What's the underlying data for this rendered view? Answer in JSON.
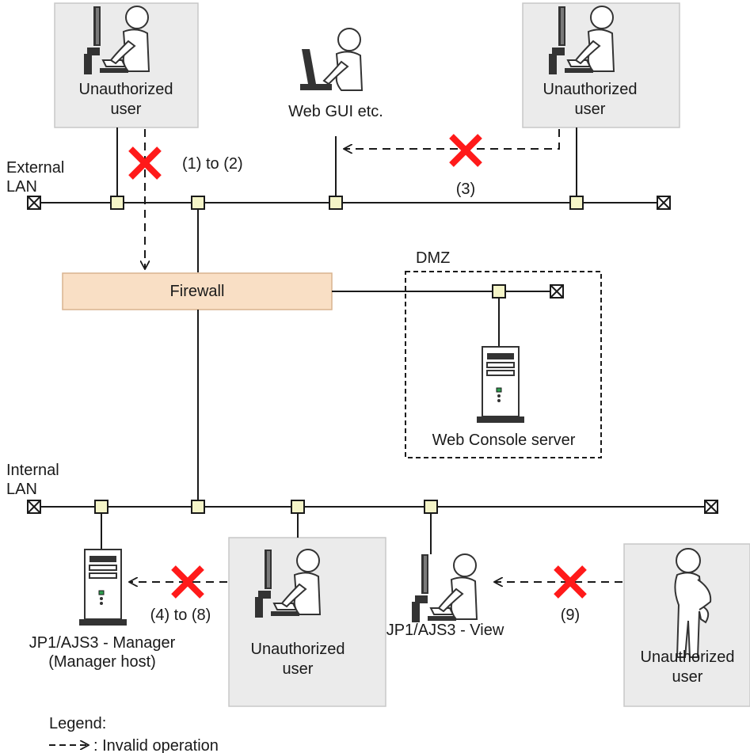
{
  "labels": {
    "unauthorized_user_top_left": [
      "Unauthorized",
      "user"
    ],
    "unauthorized_user_top_right": [
      "Unauthorized",
      "user"
    ],
    "web_gui": "Web GUI etc.",
    "external_lan": [
      "External",
      "LAN"
    ],
    "step_1_2": "(1) to (2)",
    "step_3": "(3)",
    "dmz": "DMZ",
    "firewall": "Firewall",
    "web_console_server": "Web Console server",
    "internal_lan": [
      "Internal",
      "LAN"
    ],
    "step_4_8": "(4) to (8)",
    "step_9": "(9)",
    "manager": [
      "JP1/AJS3 - Manager",
      "(Manager host)"
    ],
    "view": "JP1/AJS3 - View",
    "unauthorized_user_bottom_mid": [
      "Unauthorized",
      "user"
    ],
    "unauthorized_user_bottom_right": [
      "Unauthorized",
      "user"
    ],
    "legend_title": "Legend:",
    "legend_invalid": ": Invalid operation"
  },
  "colors": {
    "node_fill": "#f5f5c8",
    "firewall_fill": "#f9dfc5",
    "user_box_fill": "#ebebeb",
    "invalid_mark": "#ff1a1a"
  },
  "icons": [
    "desktop-user-icon",
    "laptop-user-icon",
    "server-tower-icon",
    "standing-person-icon",
    "x-mark-icon"
  ]
}
